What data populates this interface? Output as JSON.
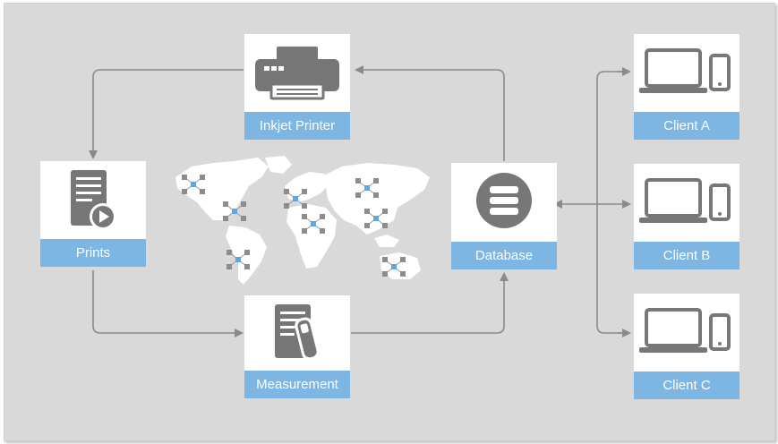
{
  "nodes": {
    "inkjet_printer": {
      "label": "Inkjet Printer"
    },
    "prints": {
      "label": "Prints"
    },
    "measurement": {
      "label": "Measurement"
    },
    "database": {
      "label": "Database"
    },
    "client_a": {
      "label": "Client A"
    },
    "client_b": {
      "label": "Client B"
    },
    "client_c": {
      "label": "Client C"
    }
  },
  "colors": {
    "background": "#d9d9d9",
    "label_fill": "#7db5e3",
    "icon": "#777777",
    "connector": "#8a8a8a",
    "map": "#ffffff",
    "network_accent": "#5aa9e6"
  },
  "icons": {
    "inkjet_printer": "printer-icon",
    "prints": "document-play-icon",
    "measurement": "document-spectrometer-icon",
    "database": "database-icon",
    "clients": "laptop-phone-icon"
  }
}
